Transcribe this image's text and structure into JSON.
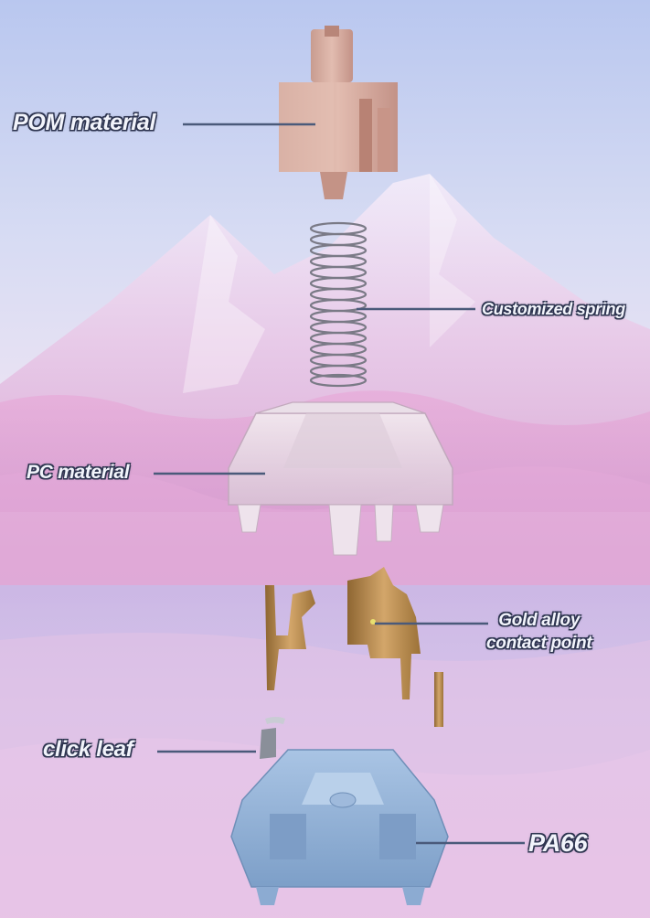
{
  "labels": {
    "pom": "POM material",
    "spring": "Customized spring",
    "pc": "PC material",
    "gold_line1": "Gold alloy",
    "gold_line2": "contact point",
    "leaf": "click leaf",
    "pa": "PA66"
  },
  "colors": {
    "sky_top": "#b8c6ee",
    "sky_mid": "#e7e0f4",
    "mountain_pink": "#e6b6dc",
    "cloud_pink": "#d79ac9",
    "stem_pink": "#d8b3a6",
    "housing_clear": "#e8dbe2",
    "gold_leaf": "#b98a4a",
    "base_blue": "#8fb1d6",
    "callout_line": "#4a5a7a",
    "label_text": "#f2f4fb",
    "label_outline": "#2e3550"
  },
  "icons": [
    "stem-icon",
    "spring-icon",
    "housing-icon",
    "contact-leaf-icon",
    "click-leaf-icon",
    "base-icon"
  ]
}
